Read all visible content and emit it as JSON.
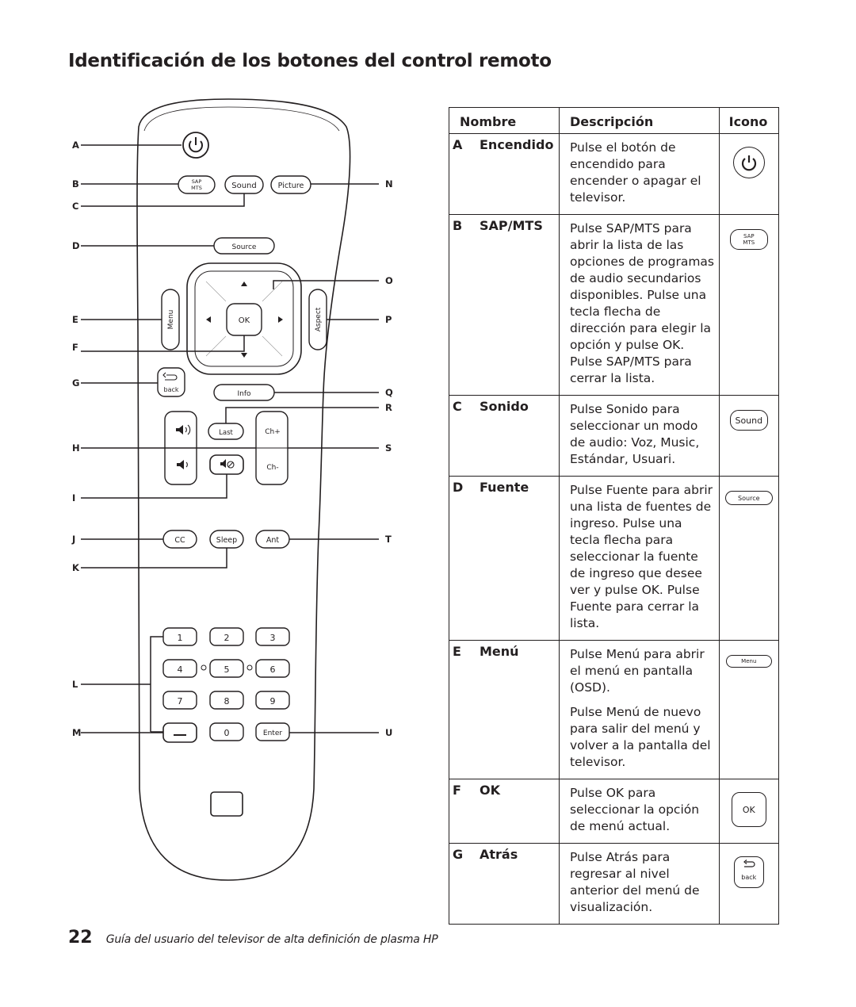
{
  "page": {
    "title": "Identificación de los botones del control remoto",
    "page_number": "22",
    "footer_text": "Guía del usuario del televisor de alta definición de plasma HP"
  },
  "remote": {
    "callout_letters": [
      "A",
      "B",
      "C",
      "D",
      "E",
      "F",
      "G",
      "H",
      "I",
      "J",
      "K",
      "L",
      "M",
      "N",
      "O",
      "P",
      "Q",
      "R",
      "S",
      "T",
      "U"
    ],
    "buttons": {
      "sap": "SAP",
      "mts": "MTS",
      "sound": "Sound",
      "picture": "Picture",
      "source": "Source",
      "menu": "Menu",
      "aspect": "Aspect",
      "ok": "OK",
      "back": "back",
      "info": "Info",
      "last": "Last",
      "ch_up": "Ch+",
      "ch_down": "Ch-",
      "cc": "CC",
      "sleep": "Sleep",
      "ant": "Ant",
      "digits": [
        "1",
        "2",
        "3",
        "4",
        "5",
        "6",
        "7",
        "8",
        "9"
      ],
      "zero": "0",
      "enter": "Enter"
    }
  },
  "table": {
    "headers": {
      "name": "Nombre",
      "description": "Descripción",
      "icon": "Icono"
    },
    "rows": [
      {
        "letter": "A",
        "name": "Encendido",
        "description": [
          "Pulse el botón de encendido para encender o apagar el televisor."
        ],
        "icon": "power-icon"
      },
      {
        "letter": "B",
        "name": "SAP/MTS",
        "description": [
          "Pulse SAP/MTS para abrir la lista de las opciones de programas de audio secundarios disponibles. Pulse una tecla flecha de dirección para elegir la opción y pulse OK. Pulse SAP/MTS para cerrar la lista."
        ],
        "icon": "sap-mts-icon",
        "icon_text": [
          "SAP",
          "MTS"
        ]
      },
      {
        "letter": "C",
        "name": "Sonido",
        "description": [
          "Pulse Sonido para seleccionar un modo de audio: Voz, Music, Estándar, Usuari."
        ],
        "icon": "sound-icon",
        "icon_text": [
          "Sound"
        ]
      },
      {
        "letter": "D",
        "name": "Fuente",
        "description": [
          "Pulse Fuente para abrir una lista de fuentes de ingreso. Pulse una tecla flecha para seleccionar la fuente de ingreso que desee ver y pulse OK. Pulse Fuente para cerrar la lista."
        ],
        "icon": "source-icon",
        "icon_text": [
          "Source"
        ]
      },
      {
        "letter": "E",
        "name": "Menú",
        "description": [
          "Pulse Menú para abrir el menú en pantalla (OSD).",
          "Pulse Menú de nuevo para salir del menú y volver a la pantalla del televisor."
        ],
        "icon": "menu-icon",
        "icon_text": [
          "Menu"
        ]
      },
      {
        "letter": "F",
        "name": "OK",
        "description": [
          "Pulse OK para seleccionar la opción de menú actual."
        ],
        "icon": "ok-icon",
        "icon_text": [
          "OK"
        ]
      },
      {
        "letter": "G",
        "name": "Atrás",
        "description": [
          "Pulse Atrás para regresar al nivel anterior del menú de visualización."
        ],
        "icon": "back-icon",
        "icon_text": [
          "back"
        ]
      }
    ]
  }
}
